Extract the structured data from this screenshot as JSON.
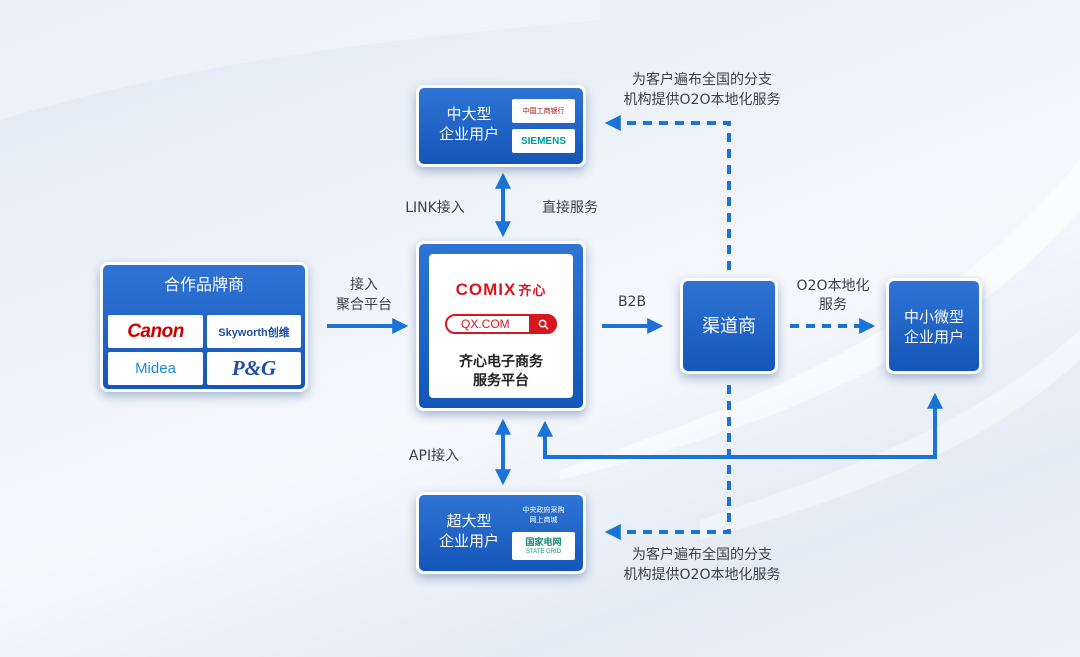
{
  "colors": {
    "box_blue": "#1c5fc1",
    "arrow_blue": "#1a73d6",
    "text_dark": "#3a3f48",
    "canon_red": "#cc0000",
    "comix_red": "#d7171f",
    "stategrid_green": "#0f8a75"
  },
  "partners": {
    "title": "合作品牌商",
    "logos": [
      "Canon",
      "Skyworth创维",
      "Midea",
      "P&G"
    ]
  },
  "platform": {
    "brand": "COMIX",
    "brand_cn": "齐心",
    "domain": "QX.COM",
    "search_icon": "search-icon",
    "name_line1": "齐心电子商务",
    "name_line2": "服务平台"
  },
  "large_enterprise": {
    "line1": "中大型",
    "line2": "企业用户",
    "logos": [
      "中国工商银行",
      "SIEMENS"
    ]
  },
  "super_enterprise": {
    "line1": "超大型",
    "line2": "企业用户",
    "tile_line1": "中央政府采购",
    "tile_line2": "网上商城",
    "tile_logo_cn": "国家电网",
    "tile_logo_en": "STATE GRID"
  },
  "channel": {
    "label": "渠道商"
  },
  "sme": {
    "line1": "中小微型",
    "line2": "企业用户"
  },
  "labels": {
    "access_line1": "接入",
    "access_line2": "聚合平台",
    "link": "LINK接入",
    "direct": "直接服务",
    "api": "API接入",
    "b2b": "B2B",
    "o2o_line1": "O2O本地化",
    "o2o_line2": "服务",
    "top_note_line1": "为客户遍布全国的分支",
    "top_note_line2": "机构提供O2O本地化服务",
    "bottom_note_line1": "为客户遍布全国的分支",
    "bottom_note_line2": "机构提供O2O本地化服务"
  }
}
